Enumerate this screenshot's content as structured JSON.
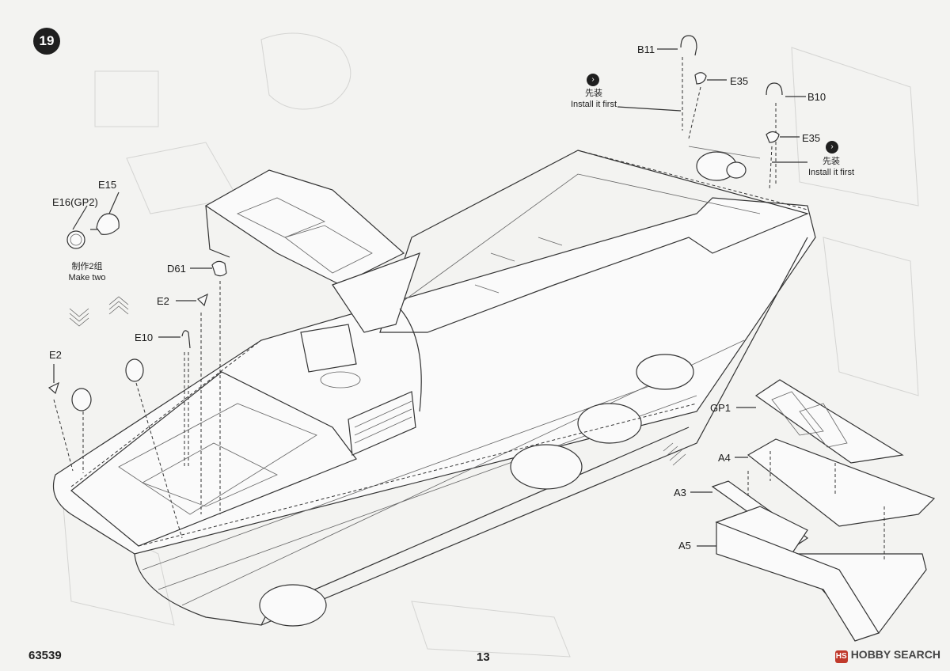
{
  "step": {
    "number": "19"
  },
  "labels": {
    "b11": "B11",
    "e35_a": "E35",
    "b10": "B10",
    "e35_b": "E35",
    "e15": "E15",
    "e16": "E16(GP2)",
    "d61": "D61",
    "e2_a": "E2",
    "e10": "E10",
    "e2_b": "E2",
    "gp1": "GP1",
    "a4": "A4",
    "a3": "A3",
    "a5": "A5"
  },
  "notes": {
    "install_first_1_cn": "先装",
    "install_first_1_en": "Install it first",
    "install_first_2_cn": "先装",
    "install_first_2_en": "Install it first",
    "make_two_cn": "制作2组",
    "make_two_en": "Make two"
  },
  "footer": {
    "kit_number": "63539",
    "page_number": "13",
    "brand": "HOBBY SEARCH",
    "brand_mark": "HS"
  },
  "icons": {
    "arrow": "install-first-arrow-icon"
  }
}
